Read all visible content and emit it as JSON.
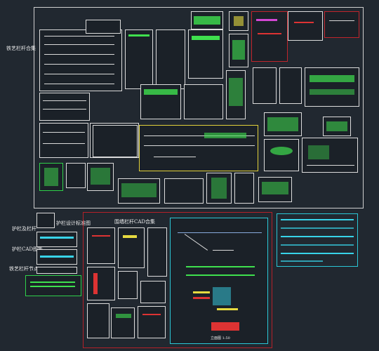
{
  "labels": {
    "iron_railing_collection": "铁艺栏杆合集",
    "guardrail_detail": "护栏及栏杆",
    "guardrail_cad": "护栏CAD图集",
    "iron_railing_standard": "铁艺栏杆节点",
    "guardrail_design_standard": "护栏设计标准图",
    "fence_railing_cad": "围墙栏杆CAD合集",
    "section_title": "立面图 1:50"
  },
  "colors": {
    "background": "#212830",
    "frame_white": "#dcdcdc",
    "frame_red": "#c0242b",
    "frame_cyan": "#2bc7d6",
    "cad_green": "#3fe04e",
    "cad_cyan": "#38d3e8"
  }
}
